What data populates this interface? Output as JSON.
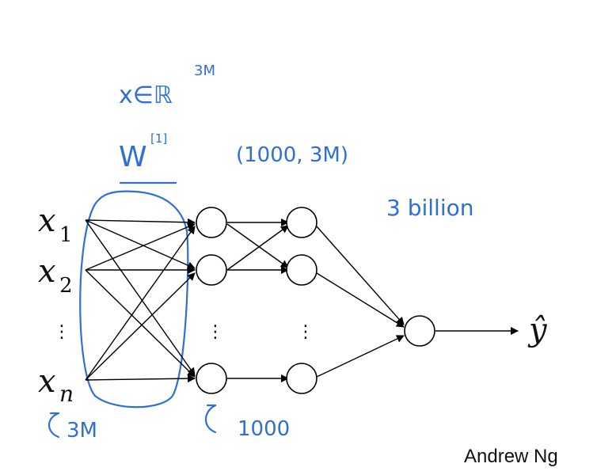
{
  "inputs": {
    "x1": {
      "base": "x",
      "sub": "1"
    },
    "x2": {
      "base": "x",
      "sub": "2"
    },
    "xn": {
      "base": "x",
      "sub": "n"
    },
    "ellipsis": "⋮"
  },
  "output": {
    "label": "ŷ"
  },
  "annotations": {
    "x_in_r": "x∈ℝ",
    "x_in_r_exp": "3M",
    "w_base": "W",
    "w_sup": "[1]",
    "w_shape": "(1000, 3M)",
    "billion": "3 billion",
    "input_count": "3M",
    "hidden_count": "1000"
  },
  "credit": "Andrew Ng",
  "colors": {
    "ink": "#2f6fd6",
    "node": "#000000"
  }
}
